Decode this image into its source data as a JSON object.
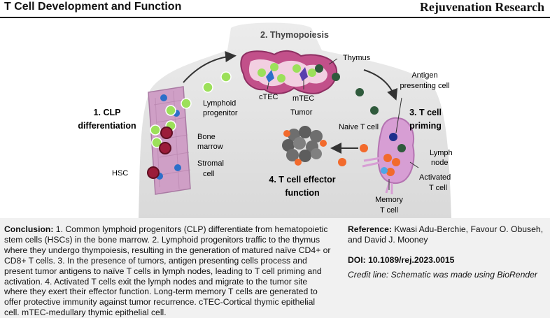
{
  "header": {
    "title": "T Cell Development and Function",
    "journal": "Rejuvenation Research"
  },
  "diagram": {
    "steps": {
      "step1_line1": "1. CLP",
      "step1_line2": "differentiation",
      "step2": "2. Thymopoiesis",
      "step3_line1": "3. T cell",
      "step3_line2": "priming",
      "step4_line1": "4. T cell effector",
      "step4_line2": "function"
    },
    "labels": {
      "thymus": "Thymus",
      "ctec": "cTEC",
      "mtec": "mTEC",
      "lymphoid_l1": "Lymphoid",
      "lymphoid_l2": "progenitor",
      "bone_l1": "Bone",
      "bone_l2": "marrow",
      "stromal_l1": "Stromal",
      "stromal_l2": "cell",
      "hsc": "HSC",
      "tumor": "Tumor",
      "naive": "Naive T cell",
      "apc_l1": "Antigen",
      "apc_l2": "presenting cell",
      "lymph_l1": "Lymph",
      "lymph_l2": "node",
      "activated_l1": "Activated",
      "activated_l2": "T cell",
      "memory_l1": "Memory",
      "memory_l2": "T cell"
    },
    "colors": {
      "body": "#e3e3e3",
      "thymus": "#c2508a",
      "progenitor": "#9ce05a",
      "hsc": "#9b1c3a",
      "naive": "#2f5a3c",
      "activated": "#f26a2c",
      "memory": "#4ea6e6",
      "tumor": "#6e6e6e",
      "lymph_node": "#d79ed4"
    }
  },
  "caption": {
    "conclusion_label": "Conclusion:",
    "conclusion_text": " 1. Common lymphoid progenitors (CLP) differentiate from hematopoietic stem cells (HSCs) in the bone marrow. 2. Lymphoid progenitors traffic to the thymus where they undergo thympoiesis, resulting in the generation of matured naïve CD4+ or CD8+ T cells. 3. In the presence of tumors, antigen presenting cells process and present tumor antigens to naïve T cells in lymph nodes, leading to T cell priming and activation. 4. Activated T cells exit the lymph nodes and migrate to the tumor site where they exert their effector function. Long-term memory T cells are generated to offer protective immunity against tumor recurrence. cTEC-Cortical thymic epithelial cell. mTEC-medullary thymic epithelial cell.",
    "reference_label": "Reference:",
    "reference_text": " Kwasi Adu-Berchie, Favour O. Obuseh, and David J. Mooney",
    "doi": "DOI: 10.1089/rej.2023.0015",
    "credit": "Credit line: Schematic was made using BioRender"
  }
}
